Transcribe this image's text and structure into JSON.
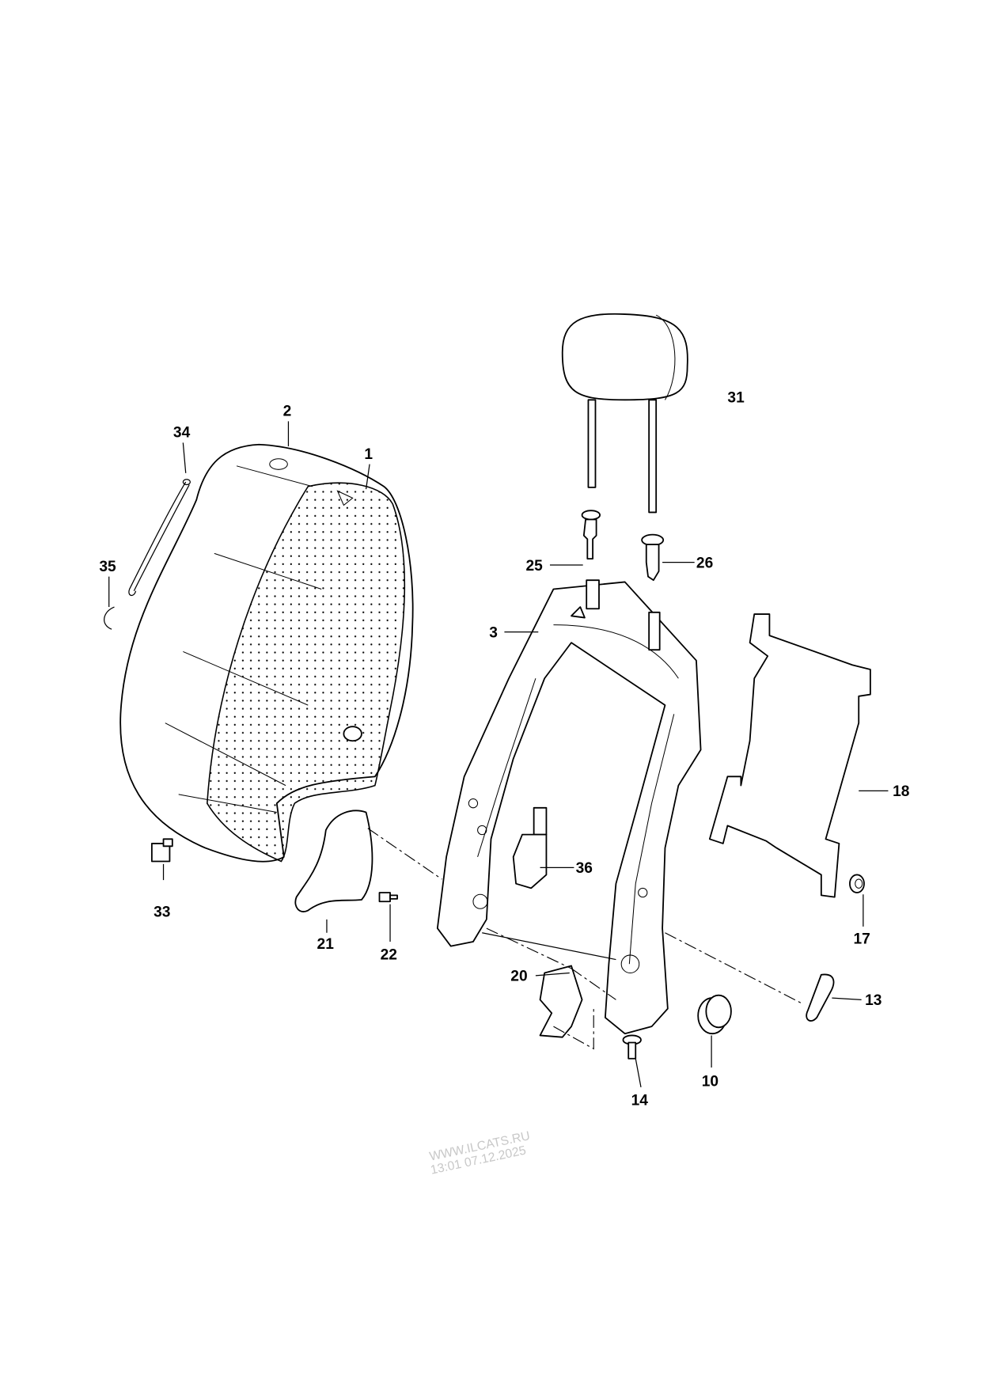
{
  "diagram": {
    "labels": {
      "p1": "1",
      "p2": "2",
      "p3": "3",
      "p10": "10",
      "p13": "13",
      "p14": "14",
      "p17": "17",
      "p18": "18",
      "p20": "20",
      "p21": "21",
      "p22": "22",
      "p25": "25",
      "p26": "26",
      "p31": "31",
      "p33": "33",
      "p34": "34",
      "p35": "35",
      "p36": "36"
    },
    "watermark": {
      "line1": "WWW.ILCATS.RU",
      "line2": "13:01 07.12.2025"
    }
  }
}
